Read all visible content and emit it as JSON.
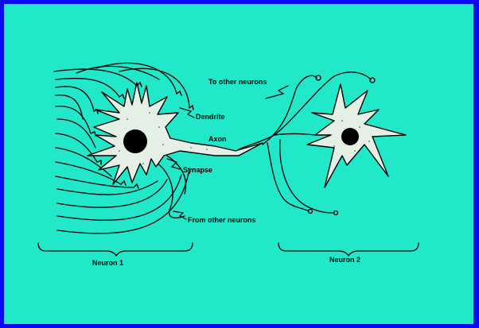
{
  "colors": {
    "frame": "#0a0af0",
    "background": "#20e8c8",
    "ink": "#000000",
    "cell_body": "#e4efe6"
  },
  "labels": {
    "to_other_neurons": "To other neurons",
    "dendrite": "Dendrite",
    "axon": "Axon",
    "synapse": "Synapse",
    "from_other_neurons": "From other neurons",
    "neuron_1": "Neuron 1",
    "neuron_2": "Neuron 2"
  }
}
